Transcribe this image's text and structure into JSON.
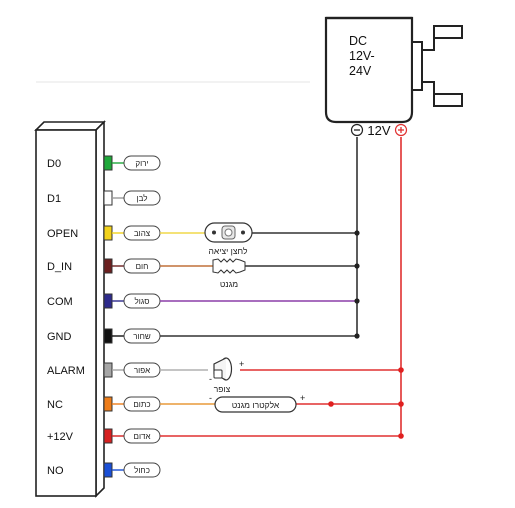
{
  "power_supply": {
    "lines": [
      "DC",
      "12V-",
      "24V"
    ],
    "voltage_label": "12V",
    "minus_symbol": "−",
    "plus_symbol": "+"
  },
  "terminals": [
    {
      "pin": "D0",
      "color_name": "ירוק",
      "wire_hex": "#1fa83a"
    },
    {
      "pin": "D1",
      "color_name": "לבן",
      "wire_hex": "#ffffff"
    },
    {
      "pin": "OPEN",
      "color_name": "צהוב",
      "wire_hex": "#f2d21b"
    },
    {
      "pin": "D_IN",
      "color_name": "חום",
      "wire_hex": "#6b1f1f"
    },
    {
      "pin": "COM",
      "color_name": "סגול",
      "wire_hex": "#2e2b8c"
    },
    {
      "pin": "GND",
      "color_name": "שחור",
      "wire_hex": "#111111"
    },
    {
      "pin": "ALARM",
      "color_name": "אפור",
      "wire_hex": "#a6a6a6"
    },
    {
      "pin": "NC",
      "color_name": "כתום",
      "wire_hex": "#ee7d1a"
    },
    {
      "pin": "+12V",
      "color_name": "אדום",
      "wire_hex": "#d62020"
    },
    {
      "pin": "NO",
      "color_name": "כחול",
      "wire_hex": "#1a4fd6"
    }
  ],
  "components": {
    "exit_button": "לחצן יציאה",
    "door_magnet": "מגנט",
    "buzzer": "צופר",
    "electromagnet": "אלקטרו מגנט",
    "minus_symbol": "-",
    "plus_symbol": "+"
  },
  "colors": {
    "black_wire": "#333333",
    "red_wire": "#e03030",
    "purple_wire": "#8b3fa8",
    "yellow_wire": "#f0d84a",
    "brown_wire": "#c0703a",
    "orange_wire": "#e99a3a",
    "junction": "#222222",
    "red_junction": "#e02020"
  }
}
